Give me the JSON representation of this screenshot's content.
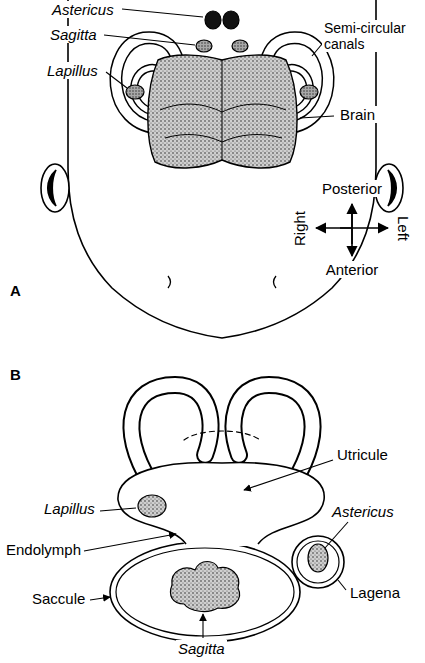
{
  "diagram": {
    "labels": [
      "Astericus",
      "Sagitta",
      "Lapillus",
      "Semi-circular canals",
      "Brain",
      "Posterior",
      "Right",
      "Left",
      "Anterior",
      "A",
      "Utricule",
      "Lapillus",
      "Astericus",
      "Endolymph",
      "Lagena",
      "Saccule",
      "Sagitta",
      "B"
    ]
  }
}
